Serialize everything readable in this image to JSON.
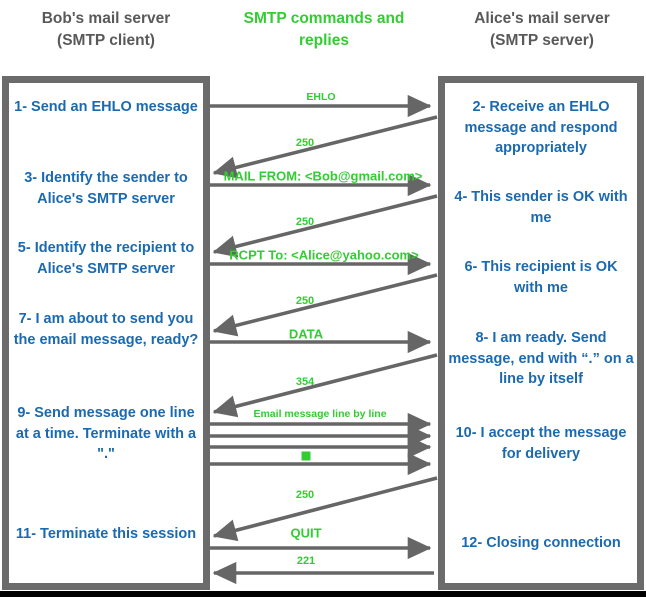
{
  "headers": {
    "left": "Bob's mail server\n(SMTP client)",
    "left_line1": "Bob's mail server",
    "left_line2": "(SMTP client)",
    "middle_line1": "SMTP commands and",
    "middle_line2": "replies",
    "right_line1": "Alice's mail server",
    "right_line2": "(SMTP server)"
  },
  "colors": {
    "green": "#33cc33",
    "blue": "#1b6ab0",
    "gray_frame": "#6b6b6b",
    "gray_header": "#595959",
    "arrow": "#666666"
  },
  "client_steps": [
    {
      "id": 1,
      "text": "1- Send an EHLO message"
    },
    {
      "id": 3,
      "text": "3- Identify the sender to Alice's SMTP server"
    },
    {
      "id": 5,
      "text": "5- Identify the recipient to Alice's SMTP server"
    },
    {
      "id": 7,
      "text": "7- I am about to send you the email message, ready?"
    },
    {
      "id": 9,
      "text": "9- Send message one line at a time. Terminate with a \".\""
    },
    {
      "id": 11,
      "text": "11- Terminate this session"
    }
  ],
  "server_steps": [
    {
      "id": 2,
      "text": "2- Receive an EHLO message and respond appropriately"
    },
    {
      "id": 4,
      "text": "4- This sender is OK with me"
    },
    {
      "id": 6,
      "text": "6- This recipient is OK with me"
    },
    {
      "id": 8,
      "text": "8-  I am ready. Send message, end with “.” on a line by itself"
    },
    {
      "id": 10,
      "text": "10-  I accept the message for delivery"
    },
    {
      "id": 12,
      "text": "12-  Closing connection"
    }
  ],
  "messages": [
    {
      "label": "EHLO",
      "direction": "client-to-server",
      "style": "horizontal",
      "kind": "command"
    },
    {
      "label": "250",
      "direction": "server-to-client",
      "style": "diagonal",
      "kind": "reply"
    },
    {
      "label": "MAIL FROM: <Bob@gmail.com>",
      "direction": "client-to-server",
      "style": "horizontal",
      "kind": "command"
    },
    {
      "label": "250",
      "direction": "server-to-client",
      "style": "diagonal",
      "kind": "reply"
    },
    {
      "label": "RCPT To: <Alice@yahoo.com>",
      "direction": "client-to-server",
      "style": "horizontal",
      "kind": "command"
    },
    {
      "label": "250",
      "direction": "server-to-client",
      "style": "diagonal",
      "kind": "reply"
    },
    {
      "label": "DATA",
      "direction": "client-to-server",
      "style": "horizontal",
      "kind": "command"
    },
    {
      "label": "354",
      "direction": "server-to-client",
      "style": "diagonal",
      "kind": "reply"
    },
    {
      "label": "Email message line by line",
      "direction": "client-to-server",
      "style": "horizontal",
      "kind": "data"
    },
    {
      "label": "",
      "direction": "client-to-server",
      "style": "horizontal",
      "kind": "data"
    },
    {
      "label": "",
      "direction": "client-to-server",
      "style": "horizontal",
      "kind": "data"
    },
    {
      "label": ".",
      "direction": "client-to-server",
      "style": "horizontal",
      "kind": "terminator"
    },
    {
      "label": "250",
      "direction": "server-to-client",
      "style": "diagonal",
      "kind": "reply"
    },
    {
      "label": "QUIT",
      "direction": "client-to-server",
      "style": "horizontal",
      "kind": "command"
    },
    {
      "label": "221",
      "direction": "server-to-client",
      "style": "horizontal",
      "kind": "reply"
    }
  ],
  "labels": {
    "ehlo": "EHLO",
    "r250_a": "250",
    "mail_from": "MAIL FROM: <Bob@gmail.com>",
    "r250_b": "250",
    "rcpt_to": "RCPT To: <Alice@yahoo.com>",
    "r250_c": "250",
    "data": "DATA",
    "r354": "354",
    "email_lines": "Email message line by line",
    "r250_d": "250",
    "quit": "QUIT",
    "r221": "221"
  }
}
